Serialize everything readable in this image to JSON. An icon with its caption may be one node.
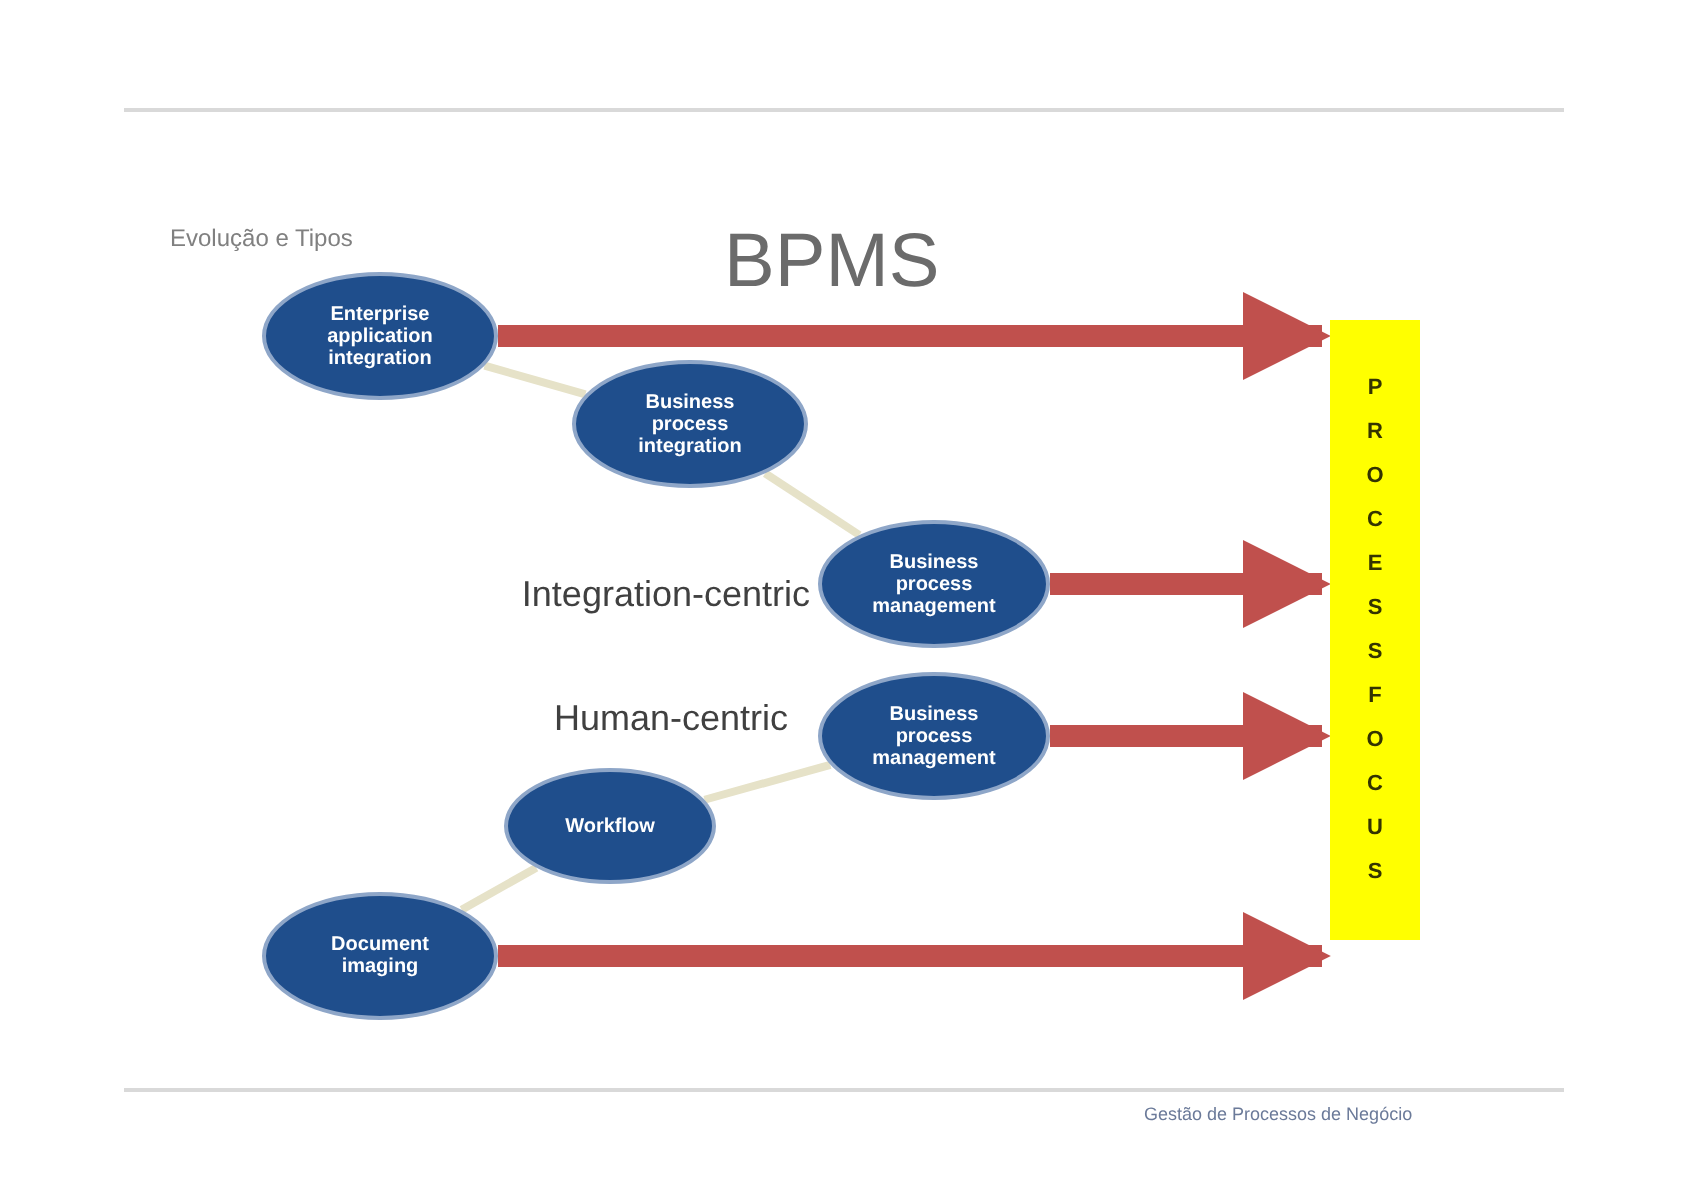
{
  "diagram": {
    "title": "BPMS",
    "nodes": [
      {
        "text": [
          "Enterprise application integration"
        ]
      },
      {
        "text": [
          "Business process integration"
        ]
      },
      {
        "text": [
          "Business process management"
        ]
      },
      {
        "text": [
          "Business process management"
        ]
      },
      {
        "text": [
          "Workflow"
        ]
      },
      {
        "text": [
          "Document imaging"
        ]
      },
      {
        "text": [
          "PROCESS FOCUS"
        ]
      }
    ],
    "edges": [
      {
        "from": 0,
        "to": 6,
        "arrow": "to",
        "style": "thick",
        "color": "#c0504d"
      },
      {
        "from": 2,
        "to": 6,
        "arrow": "to",
        "style": "thick",
        "color": "#c0504d"
      },
      {
        "from": 3,
        "to": 6,
        "arrow": "to",
        "style": "thick",
        "color": "#c0504d"
      },
      {
        "from": 5,
        "to": 6,
        "arrow": "to",
        "style": "thick",
        "color": "#c0504d"
      },
      {
        "from": 0,
        "to": 1,
        "arrow": "none",
        "color": "#e6e2c8"
      },
      {
        "from": 1,
        "to": 2,
        "arrow": "none",
        "color": "#e6e2c8"
      },
      {
        "from": 4,
        "to": 3,
        "arrow": "none",
        "color": "#e6e2c8"
      },
      {
        "from": 5,
        "to": 4,
        "arrow": "none",
        "color": "#e6e2c8"
      }
    ],
    "labels": [
      "Evolução e Tipos",
      "Integration-centric",
      "Human-centric",
      "Gestão de Processos de Negócio"
    ]
  }
}
